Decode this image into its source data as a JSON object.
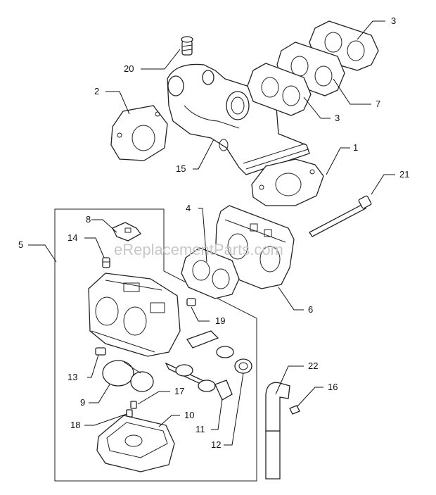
{
  "watermark": "eReplacementParts.com",
  "callouts": {
    "c1": "1",
    "c2": "2",
    "c3a": "3",
    "c3b": "3",
    "c4": "4",
    "c5": "5",
    "c6": "6",
    "c7": "7",
    "c8": "8",
    "c9": "9",
    "c10": "10",
    "c11": "11",
    "c12": "12",
    "c13": "13",
    "c14": "14",
    "c15": "15",
    "c16": "16",
    "c17": "17",
    "c18": "18",
    "c19": "19",
    "c20": "20",
    "c21": "21",
    "c22": "22"
  }
}
